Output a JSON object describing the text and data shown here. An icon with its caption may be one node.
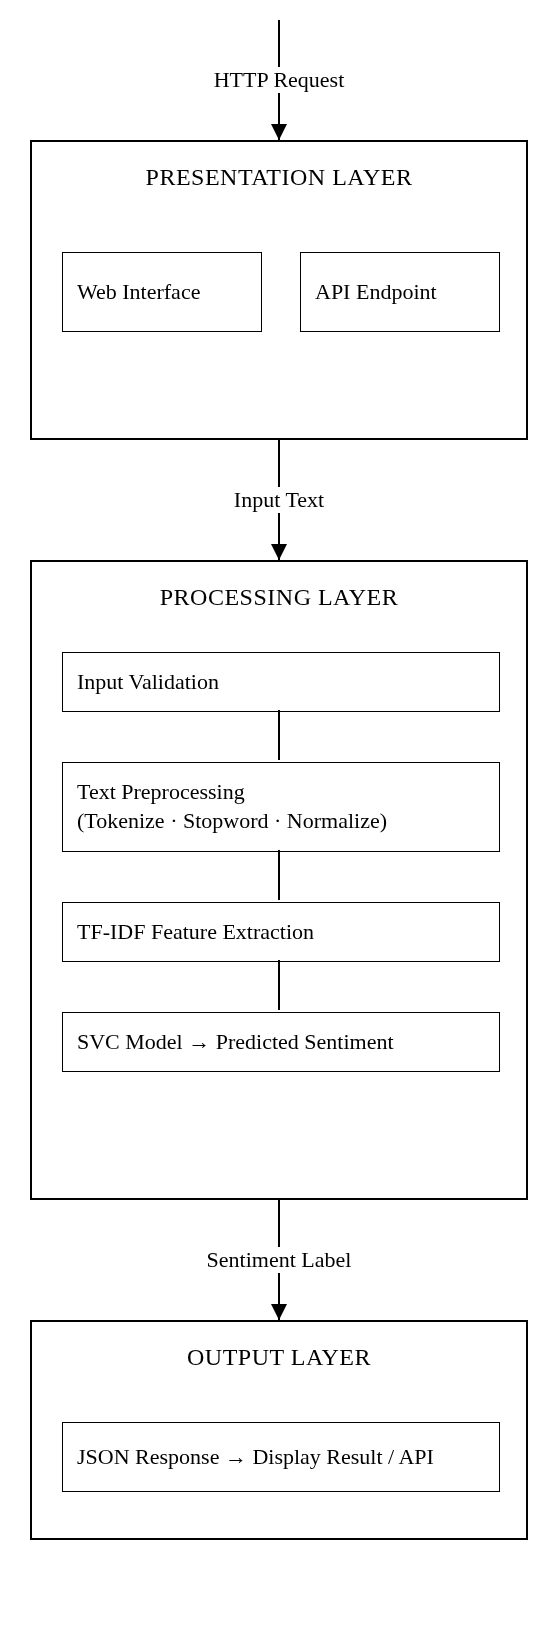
{
  "diagram": {
    "nodes": [
      {
        "text": [
          "PRESENTATION LAYER"
        ]
      },
      {
        "text": [
          "Web Interface"
        ],
        "in": 0
      },
      {
        "text": [
          "API Endpoint"
        ],
        "in": 0
      },
      {
        "text": [
          "PROCESSING LAYER"
        ]
      },
      {
        "text": [
          "Input Validation"
        ],
        "in": 3
      },
      {
        "text": [
          "Text Preprocessing",
          "(Tokenize · Stopword · Normalize)"
        ],
        "in": 3
      },
      {
        "text": [
          "TF-IDF Feature Extraction"
        ],
        "in": 3
      },
      {
        "text": [
          "SVC Model → Predicted Sentiment"
        ],
        "in": 3
      },
      {
        "text": [
          "OUTPUT LAYER"
        ]
      },
      {
        "text": [
          "JSON Response → Display Result / API"
        ],
        "in": 8
      }
    ],
    "edges": [
      {
        "from": null,
        "to": 0,
        "arrow": "to",
        "label": "HTTP Request"
      },
      {
        "from": 0,
        "to": 3,
        "arrow": "to",
        "label": "Input Text"
      },
      {
        "from": 4,
        "to": 5,
        "arrow": "none"
      },
      {
        "from": 5,
        "to": 6,
        "arrow": "none"
      },
      {
        "from": 6,
        "to": 7,
        "arrow": "none"
      },
      {
        "from": 3,
        "to": 8,
        "arrow": "to",
        "label": "Sentiment Label"
      }
    ]
  }
}
